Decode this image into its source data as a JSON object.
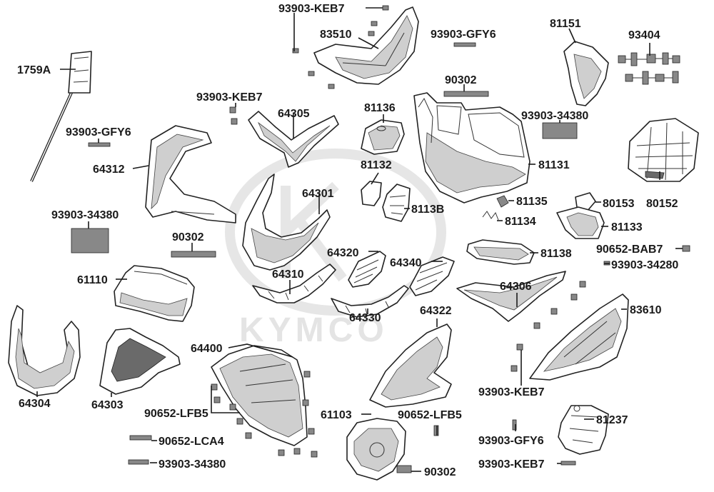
{
  "watermark": {
    "brand": "KYMCO"
  },
  "labels": {
    "l_93903_keb7_top": "93903-KEB7",
    "l_83510": "83510",
    "l_93903_gfy6_top": "93903-GFY6",
    "l_81151": "81151",
    "l_93404": "93404",
    "l_1759a": "1759A",
    "l_90302_top": "90302",
    "l_93903_keb7_mid": "93903-KEB7",
    "l_64305": "64305",
    "l_81136": "81136",
    "l_93903_34380_right": "93903-34380",
    "l_93903_gfy6_left": "93903-GFY6",
    "l_64312": "64312",
    "l_81132": "81132",
    "l_81131": "81131",
    "l_64301": "64301",
    "l_81135": "81135",
    "l_80153": "80153",
    "l_80152": "80152",
    "l_8113b": "8113B",
    "l_93903_34380_left": "93903-34380",
    "l_81134": "81134",
    "l_81133": "81133",
    "l_90302_left": "90302",
    "l_81138": "81138",
    "l_64320": "64320",
    "l_90652_bab7": "90652-BAB7",
    "l_64340": "64340",
    "l_93903_34280": "93903-34280",
    "l_61110": "61110",
    "l_64310": "64310",
    "l_64306": "64306",
    "l_64322": "64322",
    "l_83610": "83610",
    "l_64330": "64330",
    "l_64400": "64400",
    "l_93903_keb7_right": "93903-KEB7",
    "l_64304": "64304",
    "l_64303": "64303",
    "l_90652_lfb5_left": "90652-LFB5",
    "l_61103": "61103",
    "l_90652_lfb5_mid": "90652-LFB5",
    "l_81237": "81237",
    "l_90652_lca4": "90652-LCA4",
    "l_93903_gfy6_bottom": "93903-GFY6",
    "l_93903_34380_bottom": "93903-34380",
    "l_90302_bottom": "90302",
    "l_93903_keb7_bottom": "93903-KEB7"
  }
}
